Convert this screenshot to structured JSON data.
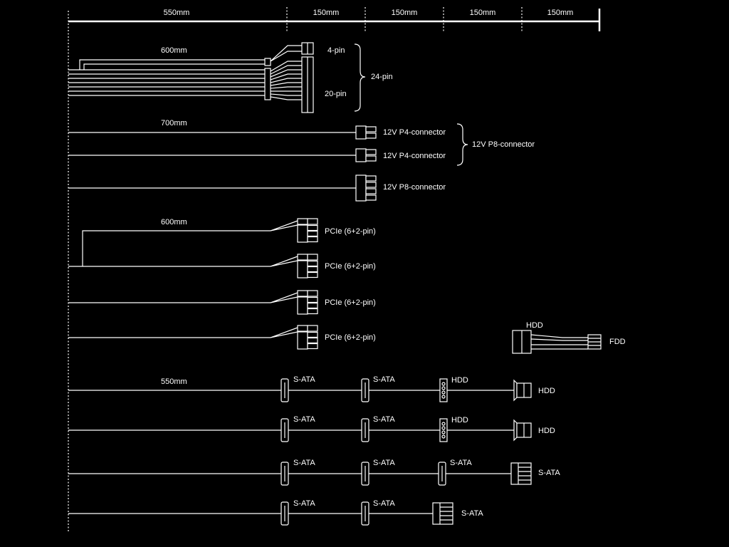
{
  "scale": {
    "segments": [
      "550mm",
      "150mm",
      "150mm",
      "150mm",
      "150mm"
    ]
  },
  "atx": {
    "length": "600mm",
    "pin4": "4-pin",
    "pin20": "20-pin",
    "pin24": "24-pin"
  },
  "cpu": {
    "length": "700mm",
    "p4_a": "12V P4-connector",
    "p4_b": "12V P4-connector",
    "p8_group": "12V P8-connector",
    "p8": "12V P8-connector"
  },
  "pcie": {
    "length": "600mm",
    "labels": [
      "PCIe (6+2-pin)",
      "PCIe (6+2-pin)",
      "PCIe (6+2-pin)",
      "PCIe (6+2-pin)"
    ]
  },
  "fdd_adapter": {
    "hdd": "HDD",
    "fdd": "FDD"
  },
  "peripheral": {
    "length": "550mm",
    "row1": [
      "S-ATA",
      "S-ATA",
      "HDD",
      "HDD"
    ],
    "row2": [
      "S-ATA",
      "S-ATA",
      "HDD",
      "HDD"
    ],
    "row3": [
      "S-ATA",
      "S-ATA",
      "S-ATA",
      "S-ATA"
    ],
    "row4": [
      "S-ATA",
      "S-ATA",
      "S-ATA"
    ]
  },
  "colors": {
    "background": "#000000",
    "line": "#ffffff"
  }
}
